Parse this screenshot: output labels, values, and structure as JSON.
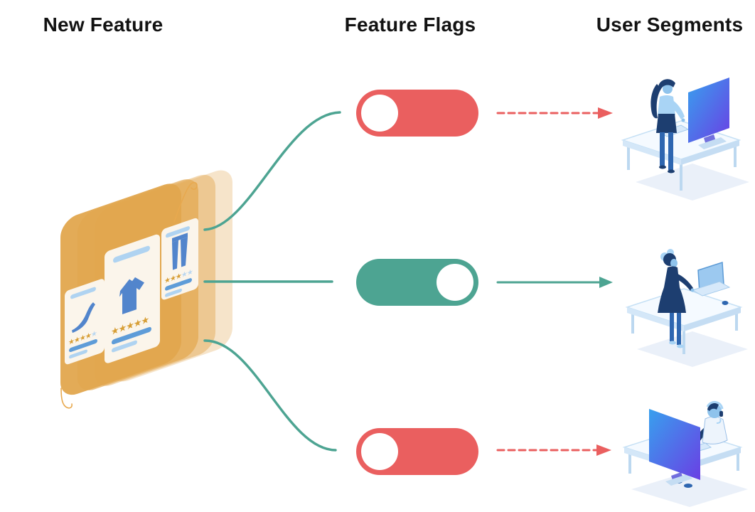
{
  "columns": {
    "new_feature": {
      "label": "New Feature"
    },
    "feature_flags": {
      "label": "Feature Flags"
    },
    "user_segments": {
      "label": "User Segments"
    }
  },
  "new_feature": {
    "illustration": "stacked-product-screens-with-rating-cards",
    "cards": [
      {
        "product": "high-heel-shoe",
        "stars": 4
      },
      {
        "product": "t-shirt",
        "stars": 5
      },
      {
        "product": "trousers",
        "stars": 3
      }
    ]
  },
  "feature_flags": {
    "flags": [
      {
        "id": "flag-1",
        "state": "off"
      },
      {
        "id": "flag-2",
        "state": "on"
      },
      {
        "id": "flag-3",
        "state": "off"
      }
    ]
  },
  "user_segments": {
    "segments": [
      {
        "id": "segment-1",
        "illustration": "person-standing-at-desktop-computer",
        "receives_feature": false
      },
      {
        "id": "segment-2",
        "illustration": "person-standing-at-laptop-desk",
        "receives_feature": true
      },
      {
        "id": "segment-3",
        "illustration": "support-agent-with-headset-at-monitor",
        "receives_feature": false
      }
    ]
  },
  "colors": {
    "text": "#121212",
    "flag_on": "#4DA492",
    "flag_off": "#EA5F5F",
    "feature_orange": "#E2A64E",
    "card_cream": "#FBF5EB",
    "card_blue": "#5285CC",
    "star_gold": "#D79E35",
    "star_blue": "#BBD7F0",
    "illus_dark": "#1D3E70",
    "illus_mid": "#2E66B0",
    "illus_light": "#A9D4F5",
    "illus_skin": "#8FC3EC",
    "illus_pale": "#EAF0F9",
    "screen_blue": "#38A0EE",
    "screen_purple": "#6A3FE4"
  }
}
